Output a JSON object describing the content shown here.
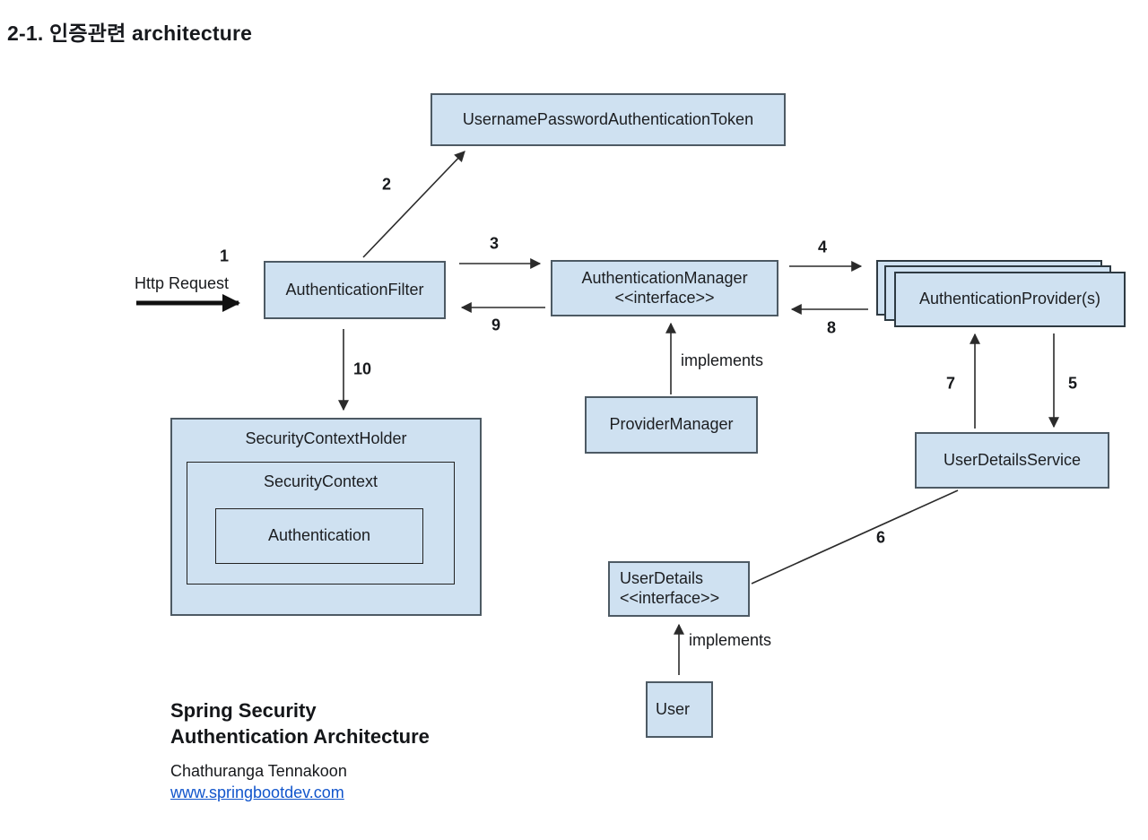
{
  "header": {
    "title": "2-1. 인증관련 architecture"
  },
  "diagram": {
    "nodes": {
      "token": {
        "label": "UsernamePasswordAuthenticationToken"
      },
      "filter": {
        "label": "AuthenticationFilter"
      },
      "manager": {
        "label": "AuthenticationManager",
        "stereotype": "<<interface>>"
      },
      "providers": {
        "label": "AuthenticationProvider(s)"
      },
      "provider_manager": {
        "label": "ProviderManager"
      },
      "security_context_holder": {
        "label": "SecurityContextHolder"
      },
      "security_context": {
        "label": "SecurityContext"
      },
      "authentication": {
        "label": "Authentication"
      },
      "user_details_service": {
        "label": "UserDetailsService"
      },
      "user_details": {
        "label": "UserDetails",
        "stereotype": "<<interface>>"
      },
      "user": {
        "label": "User"
      }
    },
    "edge_labels": {
      "step_1": "1",
      "step_2": "2",
      "step_3": "3",
      "step_4": "4",
      "step_5": "5",
      "step_6": "6",
      "step_7": "7",
      "step_8": "8",
      "step_9": "9",
      "step_10": "10",
      "http_request": "Http Request",
      "implements_provider_manager": "implements",
      "implements_user": "implements"
    }
  },
  "footer": {
    "caption_line1": "Spring Security",
    "caption_line2": "Authentication Architecture",
    "author": "Chathuranga Tennakoon",
    "website": "www.springbootdev.com"
  },
  "colors": {
    "node_fill": "#cfe1f1",
    "node_border": "#4d5a64",
    "arrow": "#2b2b2b",
    "link_blue": "#1155cc"
  }
}
